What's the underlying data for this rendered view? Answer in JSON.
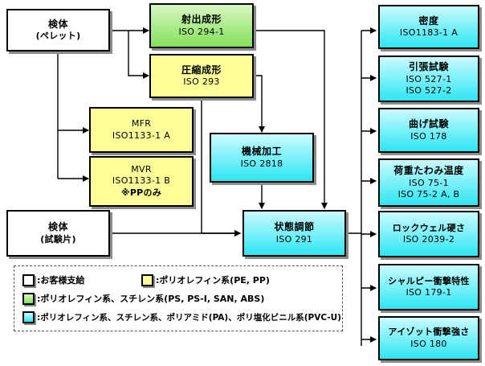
{
  "nodes": {
    "specimen_pellet": {
      "line1": "検体",
      "line2": "(ペレット)"
    },
    "injection_molding": {
      "line1": "射出成形",
      "line2": "ISO 294-1"
    },
    "compression_molding": {
      "line1": "圧縮成形",
      "line2": "ISO 293"
    },
    "mfr": {
      "line1": "MFR",
      "line2": "ISO1133-1 A"
    },
    "mvr": {
      "line1": "MVR",
      "line2": "ISO1133-1 B",
      "line3": "※PPのみ"
    },
    "machining": {
      "line1": "機械加工",
      "line2": "ISO 2818"
    },
    "specimen_test_piece": {
      "line1": "検体",
      "line2": "(試験片)"
    },
    "conditioning": {
      "line1": "状態調節",
      "line2": "ISO 291"
    },
    "density": {
      "line1": "密度",
      "line2": "ISO1183-1 A"
    },
    "tensile": {
      "line1": "引張試験",
      "line2": "ISO 527-1",
      "line3": "ISO 527-2"
    },
    "flexural": {
      "line1": "曲げ試験",
      "line2": "ISO 178"
    },
    "hdt": {
      "line1": "荷重たわみ温度",
      "line2": "ISO 75-1",
      "line3": "ISO 75-2 A, B"
    },
    "rockwell": {
      "line1": "ロックウェル硬さ",
      "line2": "ISO 2039-2"
    },
    "charpy": {
      "line1": "シャルピー衝撃特性",
      "line2": "ISO 179-1"
    },
    "izod": {
      "line1": "アイゾット衝撃強さ",
      "line2": "ISO 180"
    }
  },
  "legend": {
    "customer_supplied": ":お客様支給",
    "polyolefin": ":ポリオレフィン系(PE, PP)",
    "polyolefin_styrene": ":ポリオレフィン系、スチレン系(PS, PS-I, SAN, ABS)",
    "polyolefin_styrene_pa_pvc": ":ポリオレフィン系、スチレン系、ポリアミド(PA)、ポリ塩化ビニル系(PVC-U)"
  },
  "colors": {
    "white": "#ffffff",
    "green": "#84e05a",
    "yellow": "#ffff99",
    "cyan": "#2ee6f2",
    "line": "#000000"
  }
}
